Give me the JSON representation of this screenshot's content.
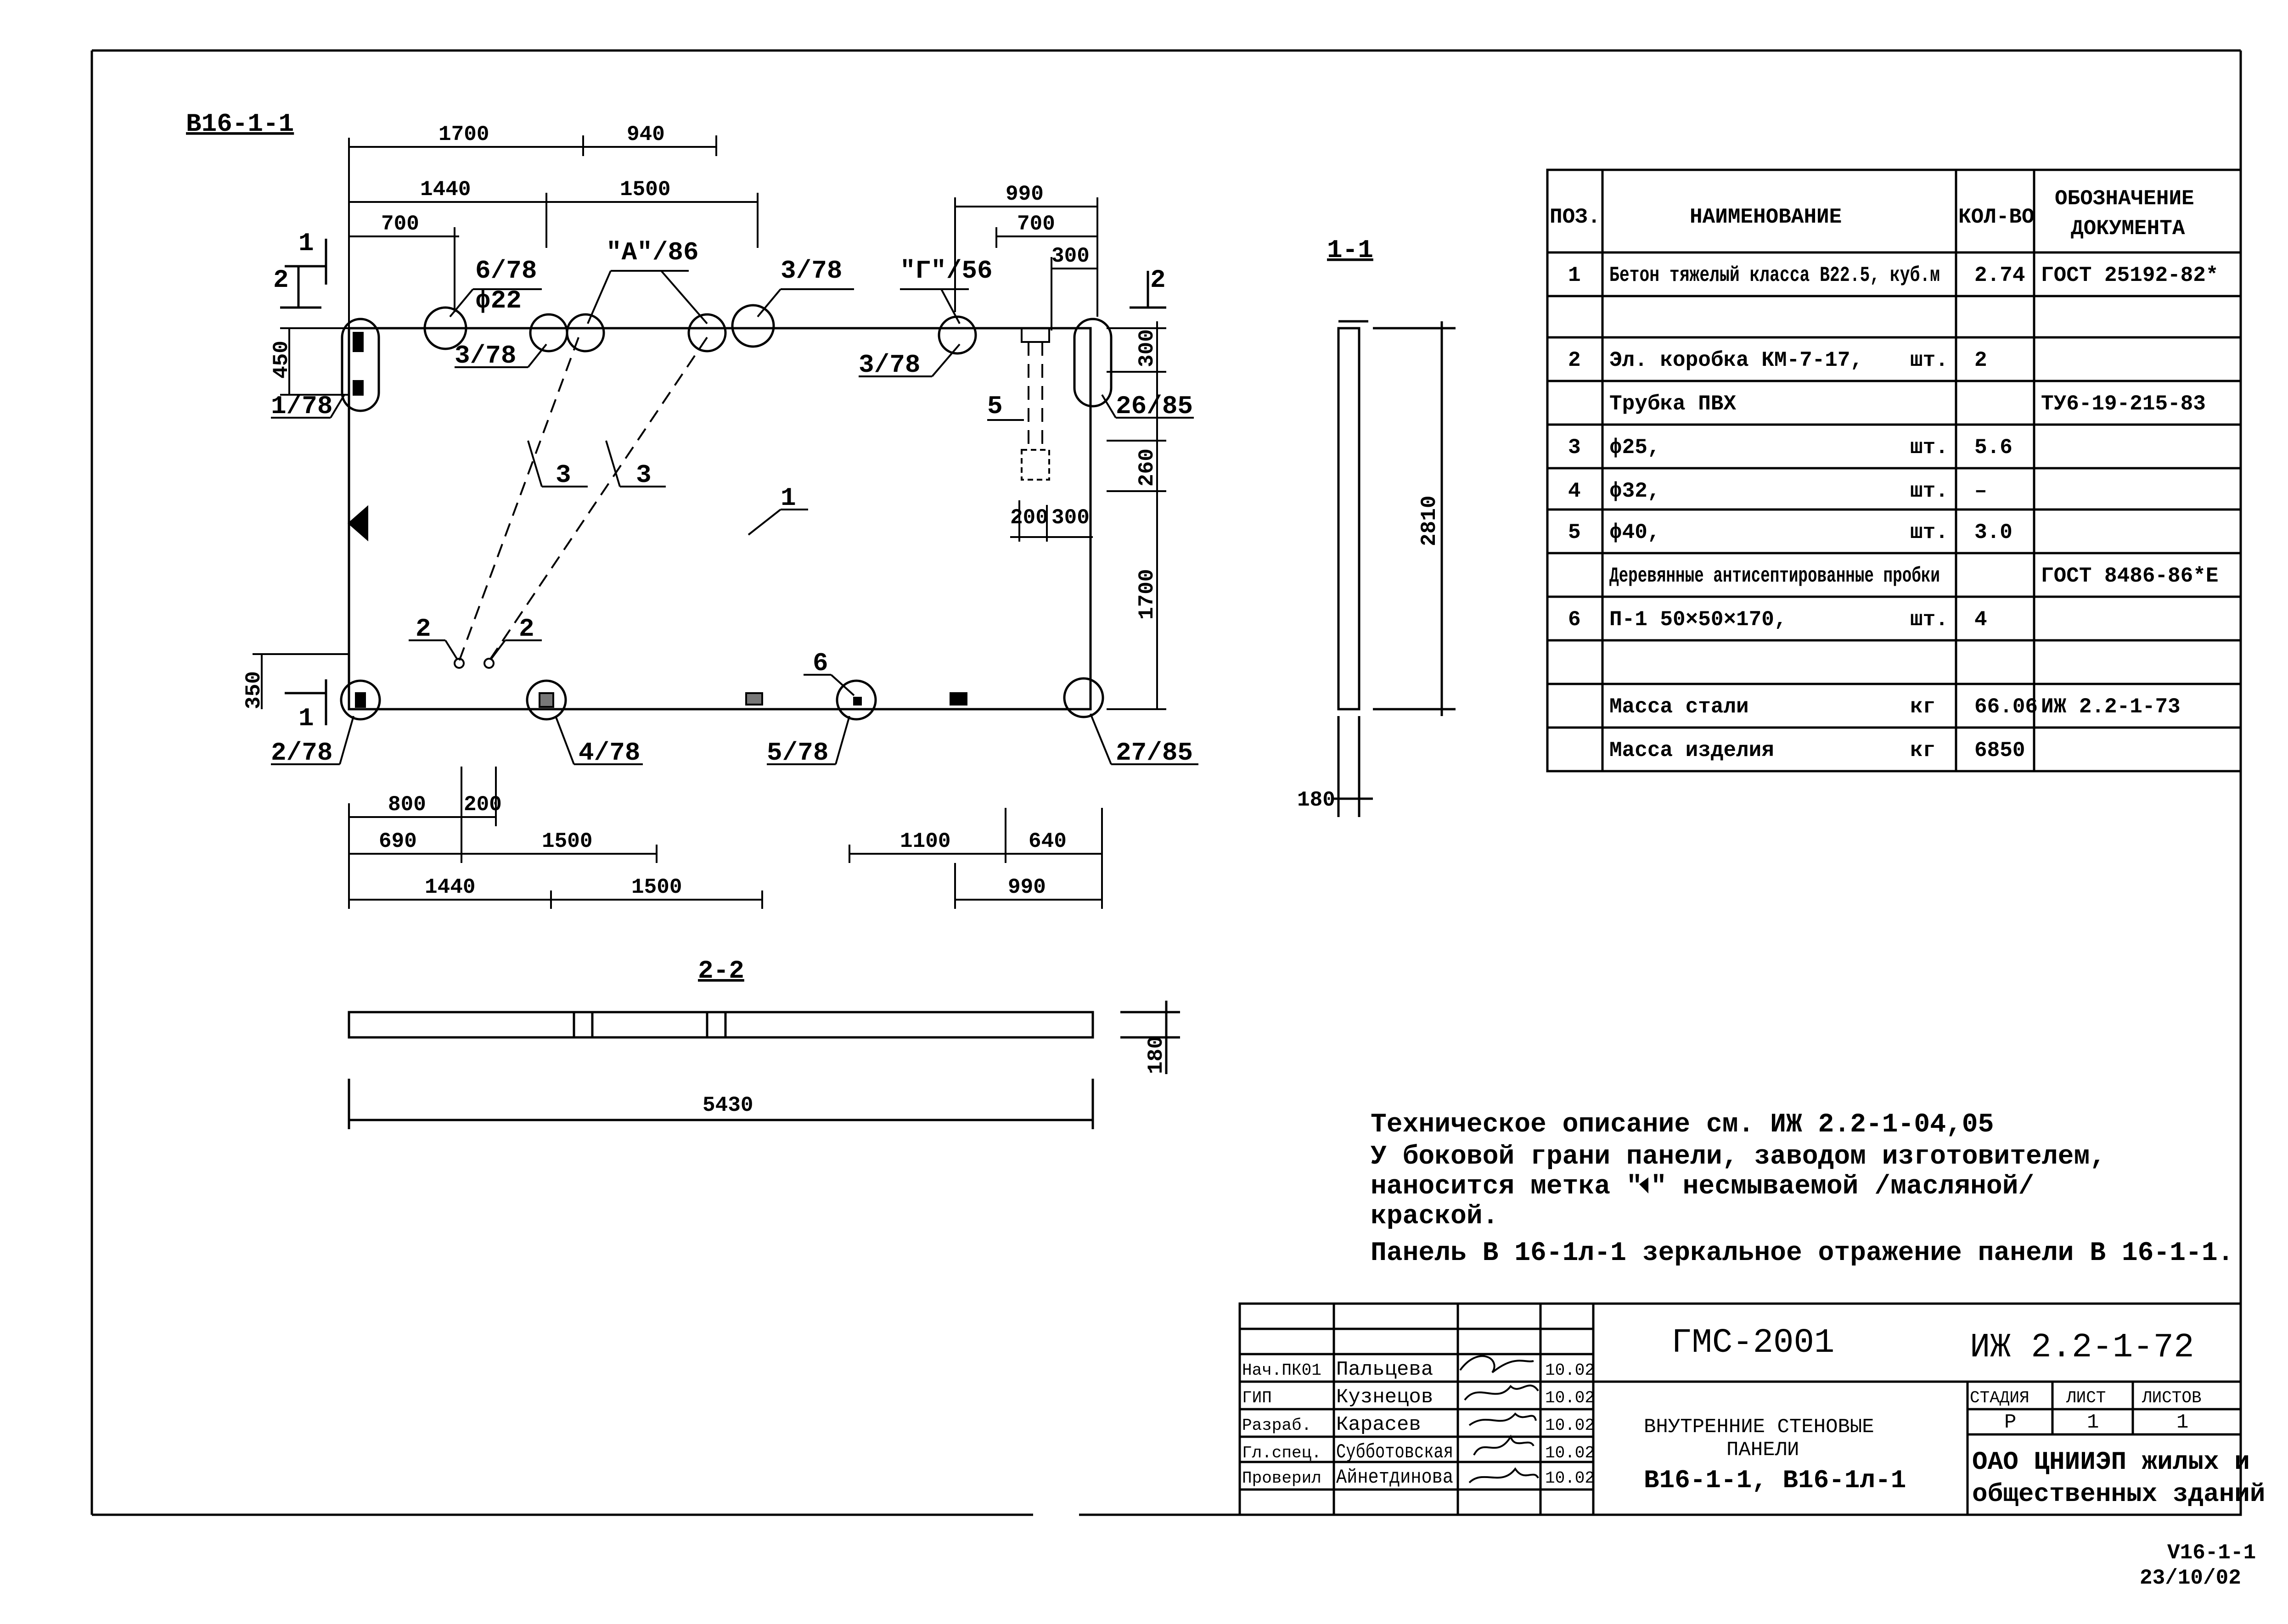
{
  "drawing": {
    "panel_label": "В16-1-1",
    "section_1_1": "1-1",
    "section_2_2": "2-2",
    "marks": {
      "m_6_78": "6/78",
      "phi22": "ϕ22",
      "m_a_86": "\"А\"/86",
      "m_3_78_a": "3/78",
      "m_3_78_b": "3/78",
      "m_3_78_c": "3/78",
      "m_g_56": "\"Г\"/56",
      "m_1_78": "1/78",
      "m_26_85": "26/85",
      "m_2_78": "2/78",
      "m_4_78": "4/78",
      "m_5_78": "5/78",
      "m_27_85": "27/85",
      "p1": "1",
      "p2a": "2",
      "p2b": "2",
      "p3a": "3",
      "p3b": "3",
      "p5": "5",
      "p6": "6",
      "cut1_top": "1",
      "cut1_bot": "1",
      "cut2_left": "2",
      "cut2_right": "2"
    },
    "dims": {
      "d1700": "1700",
      "d940": "940",
      "d1440_t": "1440",
      "d1500_t": "1500",
      "d700_l": "700",
      "d990_t": "990",
      "d700_r": "700",
      "d300_r": "300",
      "d450": "450",
      "d350": "350",
      "d300_v": "300",
      "d260": "260",
      "d200_m": "200",
      "d300_m": "300",
      "d1700_v": "1700",
      "d2810": "2810",
      "d180_s": "180",
      "d800": "800",
      "d200_b": "200",
      "d690": "690",
      "d1500_b": "1500",
      "d1440_b": "1440",
      "d1500_bb": "1500",
      "d1100": "1100",
      "d640": "640",
      "d990_b": "990",
      "d180_v": "180",
      "d5430": "5430"
    }
  },
  "table": {
    "headers": {
      "pos": "ПОЗ.",
      "name": "НАИМЕНОВАНИЕ",
      "qty": "КОЛ-ВО",
      "doc1": "ОБОЗНАЧЕНИЕ",
      "doc2": "ДОКУМЕНТА"
    },
    "rows": [
      {
        "pos": "1",
        "name": "Бетон тяжелый класса В22.5, куб.м",
        "unit": "",
        "qty": "2.74",
        "doc": "ГОСТ 25192-82*"
      },
      {
        "pos": "",
        "name": "",
        "unit": "",
        "qty": "",
        "doc": ""
      },
      {
        "pos": "2",
        "name": "Эл. коробка КМ-7-17,",
        "unit": "шт.",
        "qty": "2",
        "doc": ""
      },
      {
        "pos": "",
        "name": "Трубка ПВХ",
        "unit": "",
        "qty": "",
        "doc": "ТУ6-19-215-83"
      },
      {
        "pos": "3",
        "name": "ϕ25,",
        "unit": "шт.",
        "qty": "5.6",
        "doc": ""
      },
      {
        "pos": "4",
        "name": "ϕ32,",
        "unit": "шт.",
        "qty": "–",
        "doc": ""
      },
      {
        "pos": "5",
        "name": "ϕ40,",
        "unit": "шт.",
        "qty": "3.0",
        "doc": ""
      },
      {
        "pos": "",
        "name": "Деревянные антисептированные пробки",
        "unit": "",
        "qty": "",
        "doc": "ГОСТ 8486-86*Е"
      },
      {
        "pos": "6",
        "name": "П-1   50×50×170,",
        "unit": "шт.",
        "qty": "4",
        "doc": ""
      },
      {
        "pos": "",
        "name": "",
        "unit": "",
        "qty": "",
        "doc": ""
      },
      {
        "pos": "",
        "name": "Масса стали",
        "unit": "кг",
        "qty": "66.06",
        "doc": "ИЖ 2.2-1-73"
      },
      {
        "pos": "",
        "name": "Масса изделия",
        "unit": "кг",
        "qty": "6850",
        "doc": ""
      }
    ]
  },
  "notes": {
    "line1": "Техническое описание   см. ИЖ 2.2-1-04,05",
    "line2": "У боковой грани панели, заводом изготовителем,",
    "line3a": "наносится метка \"",
    "line3b": "\" несмываемой /масляной/",
    "line4": "краской.",
    "line5": "Панель В 16-1л-1 зеркальное отражение панели В 16-1-1."
  },
  "stamp": {
    "code": "ГМС-2001",
    "doc_number": "ИЖ 2.2-1-72",
    "title1": "ВНУТРЕННИЕ СТЕНОВЫЕ",
    "title2": "ПАНЕЛИ",
    "title3": "В16-1-1, В16-1л-1",
    "stage_label": "СТАДИЯ",
    "sheet_label": "ЛИСТ",
    "sheets_label": "ЛИСТОВ",
    "stage": "Р",
    "sheet": "1",
    "sheets": "1",
    "org1": "ОАО ЦНИИЭП жилых и",
    "org2": "общественных зданий",
    "staff": [
      {
        "role": "Нач.ПК01",
        "name": "Пальцева",
        "date": "10.02"
      },
      {
        "role": "ГИП",
        "name": "Кузнецов",
        "date": "10.02"
      },
      {
        "role": "Разраб.",
        "name": "Карасев",
        "date": "10.02"
      },
      {
        "role": "Гл.спец.",
        "name": "Субботовская",
        "date": "10.02"
      },
      {
        "role": "Проверил",
        "name": "Айнетдинова",
        "date": "10.02"
      }
    ]
  },
  "footer": {
    "file": "V16-1-1",
    "date": "23/10/02"
  }
}
